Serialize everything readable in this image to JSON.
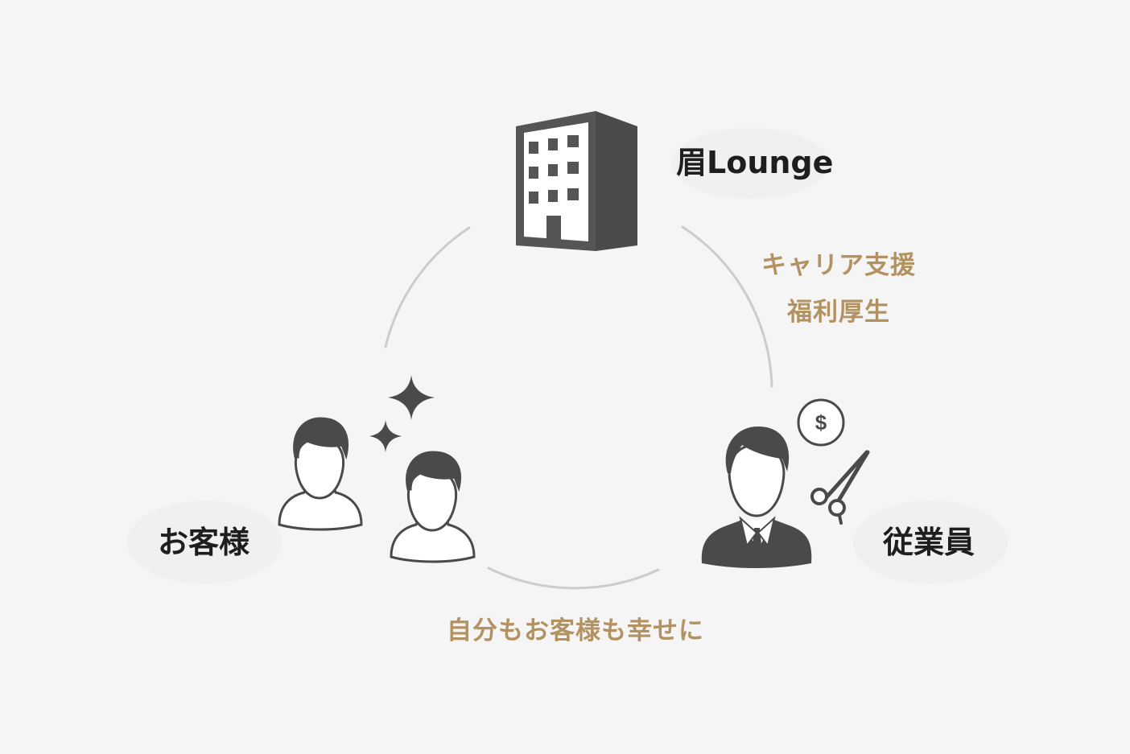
{
  "nodes": {
    "company": {
      "label": "眉Lounge",
      "icon": "building-icon"
    },
    "customers": {
      "label": "お客様",
      "icon": "customers-icon"
    },
    "employee": {
      "label": "従業員",
      "icon": "employee-icon"
    }
  },
  "relations": {
    "company_employee": [
      "キャリア支援",
      "福利厚生"
    ],
    "customers_employee": "自分もお客様も幸せに"
  },
  "badge": {
    "symbol": "$"
  },
  "colors": {
    "background": "#f5f5f5",
    "icon": "#555555",
    "accent": "#b39262",
    "arc": "#cccccc",
    "label": "#1e1e1e"
  }
}
